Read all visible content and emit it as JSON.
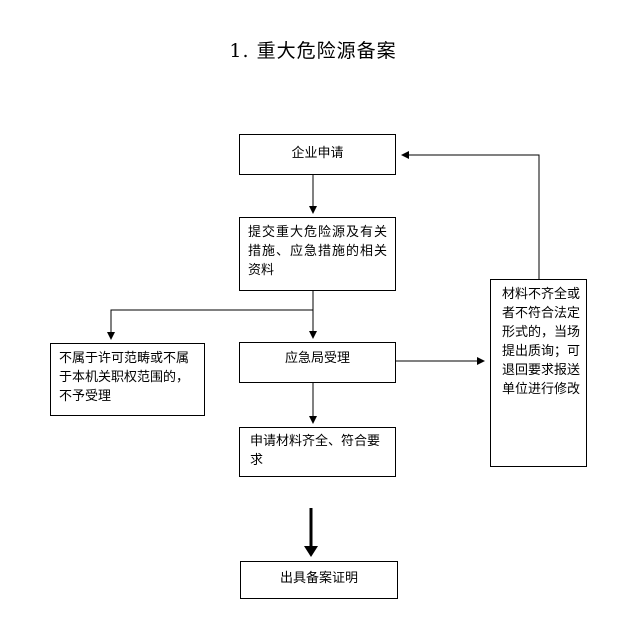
{
  "title": "1. 重大危险源备案",
  "nodes": {
    "apply": "企业申请",
    "submit": "提交重大危险源及有关措施、应急措施的相关资料",
    "reject": "不属于许可范畴或不属于本机关职权范围的，不予受理",
    "accept": "应急局受理",
    "complete": "申请材料齐全、符合要求",
    "incomplete": "材料不齐全或者不符合法定形式的，当场提出质询；可退回要求报送单位进行修改",
    "certificate": "出具备案证明"
  }
}
